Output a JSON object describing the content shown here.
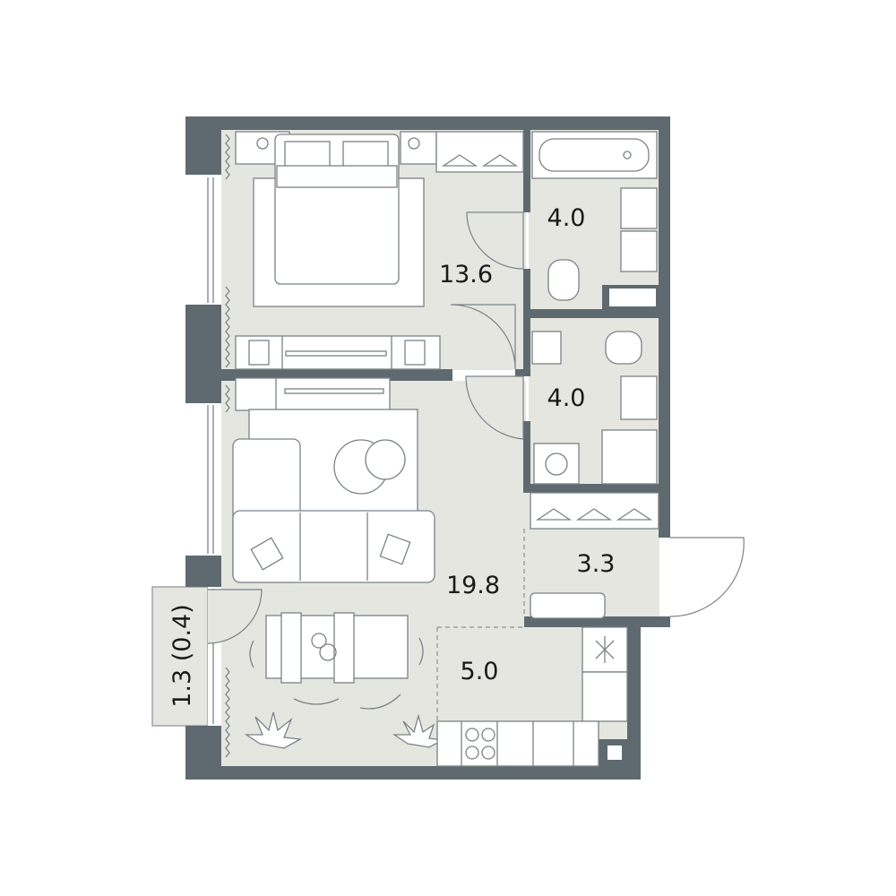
{
  "plan": {
    "rooms": [
      {
        "id": "bedroom",
        "area": "13.6"
      },
      {
        "id": "bathroom-1",
        "area": "4.0"
      },
      {
        "id": "bathroom-2",
        "area": "4.0"
      },
      {
        "id": "hallway",
        "area": "3.3"
      },
      {
        "id": "living-room",
        "area": "19.8"
      },
      {
        "id": "kitchen",
        "area": "5.0"
      },
      {
        "id": "balcony",
        "area": "1.3 (0.4)"
      }
    ]
  },
  "colors": {
    "wall": "#5e6a70",
    "floor": "#e6e6e0",
    "furniture": "#ffffff"
  }
}
